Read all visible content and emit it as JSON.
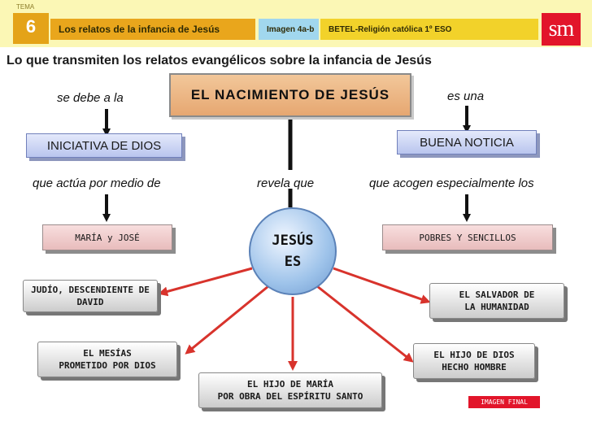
{
  "header": {
    "tema_label": "TEMA",
    "tema_number": "6",
    "title": "Los relatos de la infancia de Jesús",
    "image_label": "Imagen 4a-b",
    "course": "BETEL-Religión católica 1º ESO",
    "logo": "sm"
  },
  "subtitle": "Lo que transmiten los relatos evangélicos sobre la infancia de Jesús",
  "diagram": {
    "main": "EL NACIMIENTO DE JESÚS",
    "left_connector": "se debe a la",
    "right_connector": "es una",
    "left_box": "INICIATIVA DE DIOS",
    "right_box": "BUENA NOTICIA",
    "left_connector2": "que actúa por medio de",
    "center_connector": "revela que",
    "right_connector2": "que acogen especialmente  los",
    "left_pink": "MARÍA y JOSÉ",
    "right_pink": "POBRES Y SENCILLOS",
    "center_line1": "JESÚS",
    "center_line2": "ES",
    "nodes": {
      "judio_1": "JUDÍO, DESCENDIENTE DE",
      "judio_2": "DAVID",
      "mesias_1": "EL MESÍAS",
      "mesias_2": "PROMETIDO POR DIOS",
      "hijo_maria_1": "EL HIJO DE MARÍA",
      "hijo_maria_2": "POR OBRA DEL ESPÍRITU SANTO",
      "hijo_dios_1": "EL HIJO DE DIOS",
      "hijo_dios_2": "HECHO HOMBRE",
      "salvador_1": "EL SALVADOR DE",
      "salvador_2": "LA HUMANIDAD"
    }
  },
  "final_button": "IMAGEN FINAL",
  "colors": {
    "header_bg": "#fbf7b5",
    "tema_box": "#e4a318",
    "chip_title": "#e9a61c",
    "chip_image": "#a1d7ee",
    "chip_course": "#f2d22a",
    "logo": "#e2152a",
    "arrow_red": "#d8332c"
  }
}
